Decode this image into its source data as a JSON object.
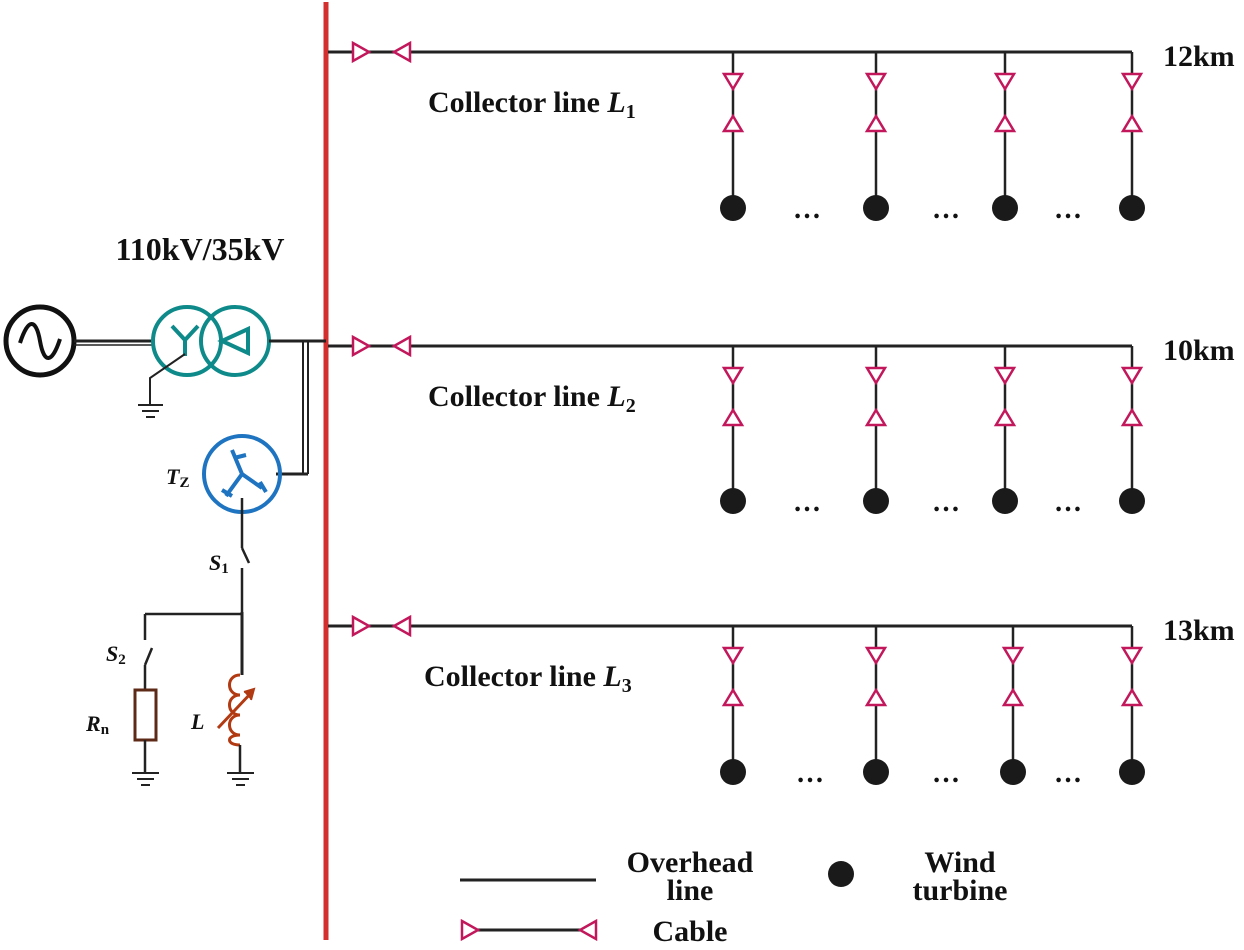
{
  "colors": {
    "bus": "#d32f2f",
    "line": "#222222",
    "cable": "#c2185b",
    "transformer": "#0f8a8a",
    "zigzag": "#1e74c0",
    "resistor": "#5d2a17",
    "inductor": "#b23a12",
    "turbine": "#1a1a1a"
  },
  "labels": {
    "transformer_rating": "110kV/35kV",
    "tz": "T",
    "tz_sub": "Z",
    "s1": "S",
    "s1_sub": "1",
    "s2": "S",
    "s2_sub": "2",
    "rn": "R",
    "rn_sub": "n",
    "l": "L",
    "ellipsis": "…"
  },
  "feeders": [
    {
      "name": "Collector line ",
      "var": "L",
      "sub": "1",
      "length": "12km"
    },
    {
      "name": "Collector line ",
      "var": "L",
      "sub": "2",
      "length": "10km"
    },
    {
      "name": "Collector line ",
      "var": "L",
      "sub": "3",
      "length": "13km"
    }
  ],
  "legend": {
    "overhead_1": "Overhead",
    "overhead_2": "line",
    "cable": "Cable",
    "turbine_1": "Wind",
    "turbine_2": "turbine"
  },
  "icons": {
    "source": "ac-source-icon",
    "transformer": "two-winding-transformer-icon",
    "zigzag": "zigzag-grounding-transformer-icon",
    "ground": "ground-icon",
    "switch": "switch-icon",
    "resistor": "resistor-icon",
    "inductor": "variable-inductor-icon",
    "turbine": "wind-turbine-icon",
    "cable": "cable-terminal-icon"
  }
}
